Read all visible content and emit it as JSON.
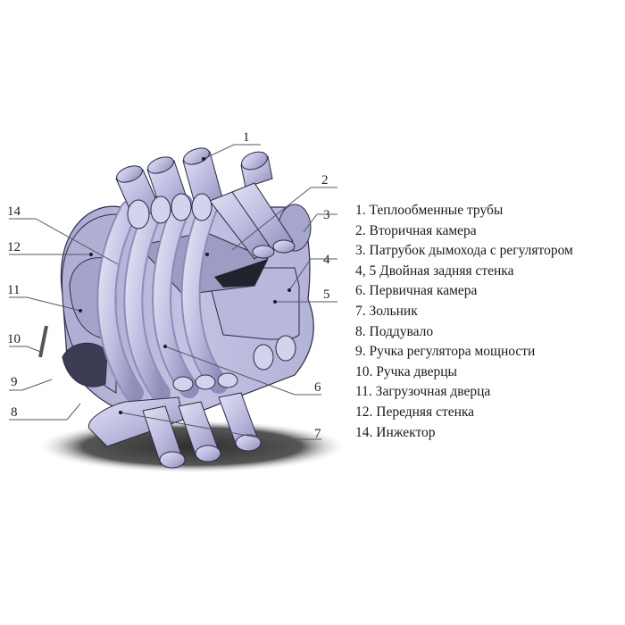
{
  "legend": {
    "items": [
      {
        "label": "1. Теплообменные трубы"
      },
      {
        "label": "2. Вторичная камера"
      },
      {
        "label": "3. Патрубок дымохода с регулятором"
      },
      {
        "label": "4, 5 Двойная задняя стенка"
      },
      {
        "label": "6. Первичная камера"
      },
      {
        "label": "7. Зольник"
      },
      {
        "label": "8. Поддувало"
      },
      {
        "label": "9. Ручка регулятора мощности"
      },
      {
        "label": "10. Ручка дверцы"
      },
      {
        "label": "11. Загрузочная дверца"
      },
      {
        "label": "12. Передняя стенка"
      },
      {
        "label": "14. Инжектор"
      }
    ]
  },
  "callouts": {
    "c1": "1",
    "c2": "2",
    "c3": "3",
    "c4": "4",
    "c5": "5",
    "c6": "6",
    "c7": "7",
    "c8": "8",
    "c9": "9",
    "c10": "10",
    "c11": "11",
    "c12": "12",
    "c14": "14"
  },
  "colors": {
    "metal_light": "#c9c8e6",
    "metal_mid": "#a9a8cf",
    "metal_dark": "#7e7ca8",
    "shadow": "#3a3a3a",
    "outline": "#2b2a44"
  }
}
